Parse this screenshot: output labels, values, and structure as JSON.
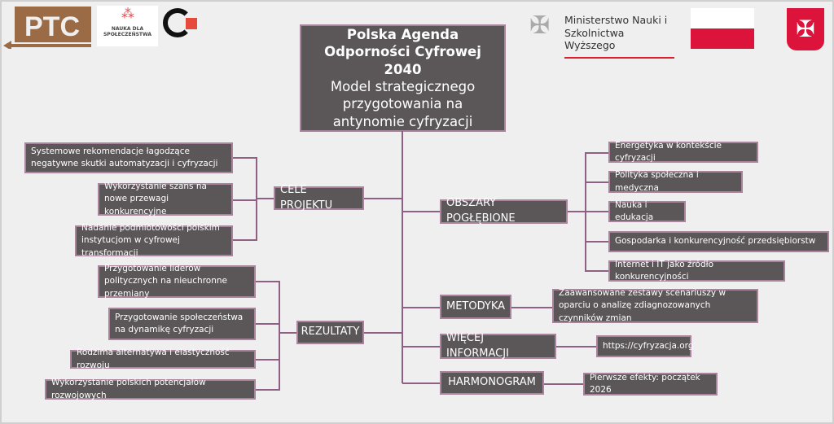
{
  "logos": {
    "nauka": "NAUKA DLA SPOŁECZEŃSTWA",
    "ptc": "PTC",
    "ministry": "Ministerstwo Nauki i Szkolnictwa Wyższego"
  },
  "title": {
    "bold": "Polska Agenda Odporności Cyfrowej 2040",
    "sub": "Model strategicznego przygotowania na antynomie cyfryzacji"
  },
  "cele": {
    "label": "CELE PROJEKTU",
    "items": [
      "Systemowe rekomendacje łagodzące negatywne skutki automatyzacji i cyfryzacji",
      "Wykorzystanie szans na nowe przewagi konkurencyjne",
      "Nadanie podmiotowości polskim instytucjom w cyfrowej transformacji"
    ]
  },
  "rezultaty": {
    "label": "REZULTATY",
    "items": [
      "Przygotowanie liderów politycznych na nieuchronne przemiany",
      "Przygotowanie społeczeństwa na dynamikę cyfryzacji",
      "Rodzima alternatywa i elastyczność rozwoju",
      "Wykorzystanie polskich potencjałów rozwojowych"
    ]
  },
  "obszary": {
    "label": "OBSZARY POGŁĘBIONE",
    "items": [
      "Energetyka w kontekście cyfryzacji",
      "Polityka społeczna i medyczna",
      "Nauka i edukacja",
      "Gospodarka i konkurencyjność przedsiębiorstw",
      "Internet i IT jako źródło konkurencyjności"
    ]
  },
  "metodyka": {
    "label": "METODYKA",
    "item": "Zaawansowane zestawy scenariuszy w oparciu o analizę zdiagnozowanych czynników zmian"
  },
  "wiecej": {
    "label": "WIĘCEJ INFORMACJI",
    "item": "https://cyfryzacja.org"
  },
  "harmonogram": {
    "label": "HARMONOGRAM",
    "item": "Pierwsze efekty: początek 2026"
  }
}
